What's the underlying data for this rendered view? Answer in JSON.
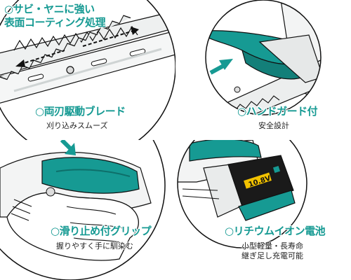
{
  "colors": {
    "accent": "#169a93",
    "text": "#222222",
    "outline": "#111111"
  },
  "features": [
    {
      "title_lines": [
        "○サビ・ヤニに強い",
        "表面コーティング処理"
      ],
      "subtitle_lines": []
    },
    {
      "title_lines": [
        "○両刃駆動ブレード"
      ],
      "subtitle_lines": [
        "刈り込みスムーズ"
      ]
    },
    {
      "title_lines": [
        "○ハンドガード付"
      ],
      "subtitle_lines": [
        "安全設計"
      ]
    },
    {
      "title_lines": [
        "○滑り止め付グリップ"
      ],
      "subtitle_lines": [
        "握りやすく手に馴染む"
      ]
    },
    {
      "title_lines": [
        "○リチウムイオン電池"
      ],
      "subtitle_lines": [
        "小型軽量・長寿命",
        "継ぎ足し充電可能"
      ]
    }
  ],
  "battery": {
    "voltage_label": "10.8V"
  }
}
